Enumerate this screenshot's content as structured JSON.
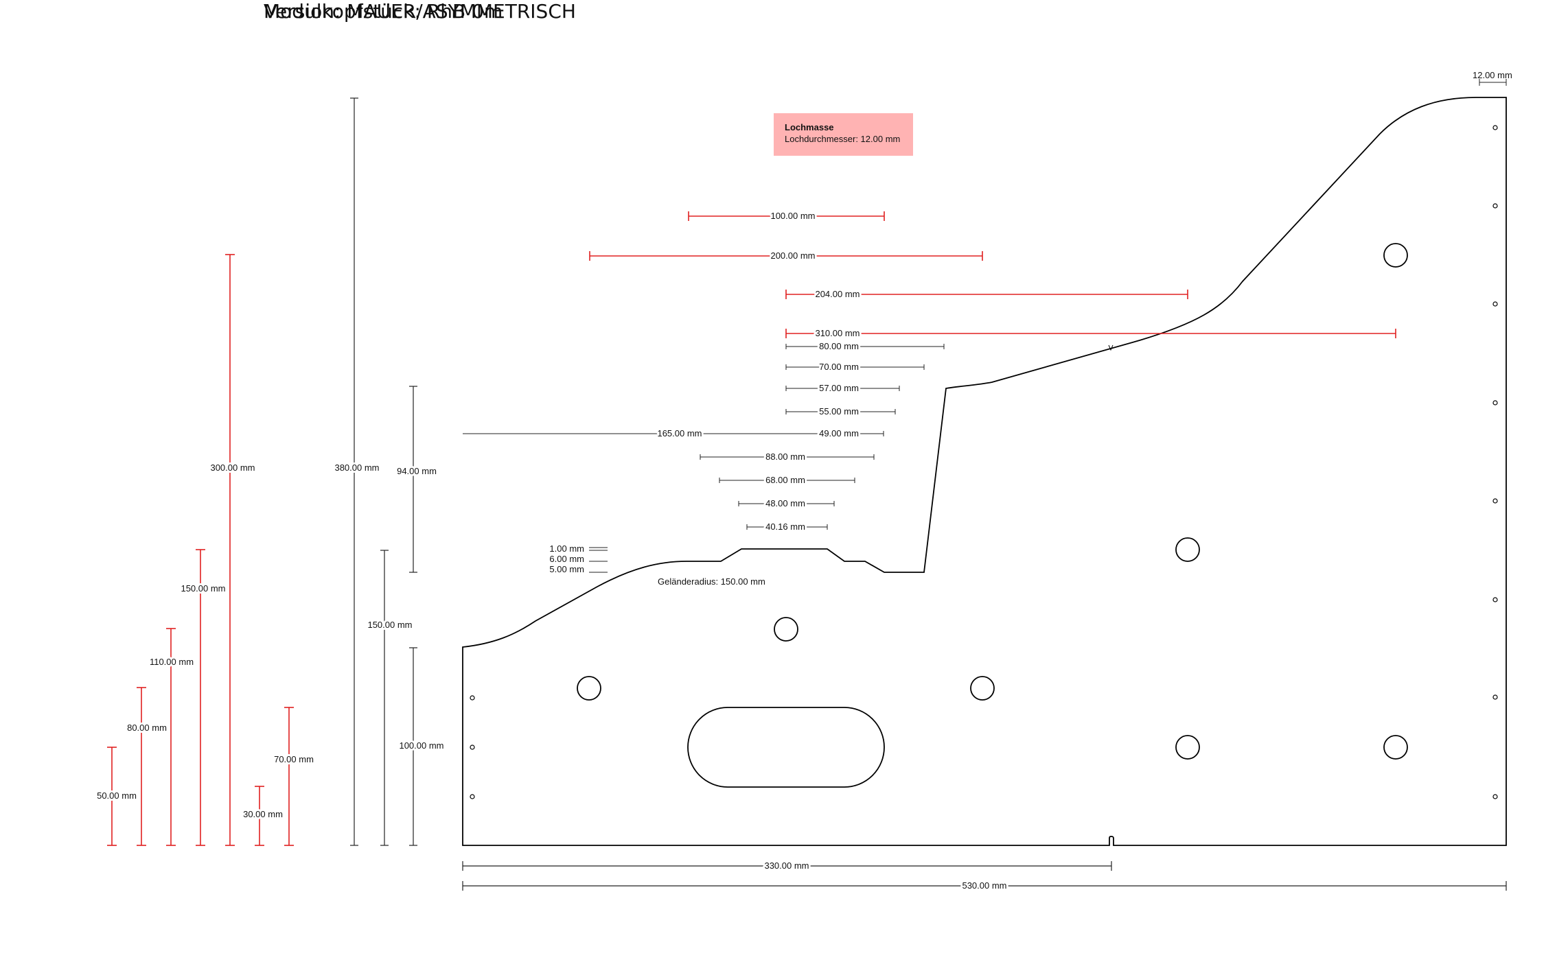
{
  "title": {
    "line1": "Modulkopfstück: RhB 0m",
    "line2": "Version: MAUER/ASYMMETRISCH"
  },
  "info_box": {
    "heading": "Lochmasse",
    "text": "Lochdurchmesser: 12.00 mm",
    "color": "#ffb3b3"
  },
  "colors": {
    "outline": "#000000",
    "dimension_black": "#222222",
    "dimension_red": "#e02020"
  },
  "labels": {
    "top_right_12": "12.00 mm",
    "horizontal_100": "100.00 mm",
    "horizontal_200": "200.00 mm",
    "horizontal_204": "204.00 mm",
    "horizontal_310": "310.00 mm",
    "horizontal_80": "80.00 mm",
    "horizontal_70": "70.00 mm",
    "horizontal_57": "57.00 mm",
    "horizontal_55": "55.00 mm",
    "horizontal_165": "165.00 mm",
    "horizontal_49": "49.00 mm",
    "horizontal_88": "88.00 mm",
    "horizontal_68": "68.00 mm",
    "horizontal_48": "48.00 mm",
    "horizontal_40": "40.16 mm",
    "small_1": "1.00 mm",
    "small_6": "6.00 mm",
    "small_5": "5.00 mm",
    "railing_radius": "Geländeradius: 150.00 mm",
    "vertical_300": "300.00 mm",
    "vertical_380": "380.00 mm",
    "vertical_94": "94.00 mm",
    "vertical_150_left": "150.00 mm",
    "vertical_150_mid": "150.00 mm",
    "vertical_110": "110.00 mm",
    "vertical_80": "80.00 mm",
    "vertical_70": "70.00 mm",
    "vertical_50": "50.00 mm",
    "vertical_30": "30.00 mm",
    "vertical_100": "100.00 mm",
    "bottom_330": "330.00 mm",
    "bottom_530": "530.00 mm"
  }
}
